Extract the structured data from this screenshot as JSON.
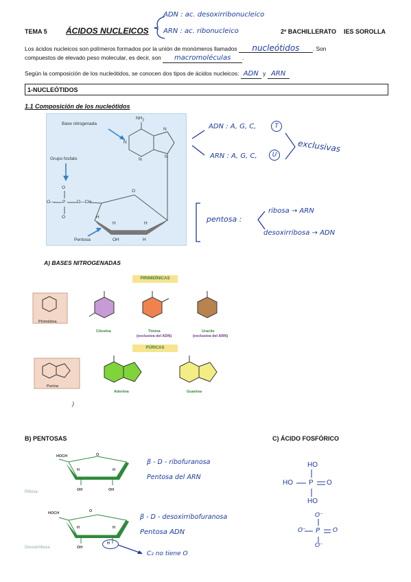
{
  "header": {
    "tema": "TEMA 5",
    "titulo": "ÁCIDOS NUCLEICOS",
    "curso": "2º BACHILLERATO",
    "centro": "IES SOROLLA",
    "nota_adn": "ADN : ac. desoxirribonucleico",
    "nota_arn": "ARN : ac. ribonucleico"
  },
  "intro": {
    "linea1_a": "Los ácidos nucleicos son polímeros formados por la unión de monómeros llamados",
    "linea1_resp": "nucleótidos",
    "linea1_b": ". Son",
    "linea2_a": "compuestos de elevado peso molecular, es decir, son",
    "linea2_resp": "macromoléculas",
    "linea2_b": ".",
    "linea3_a": "Según la composición de los nucleótidos, se conocen dos tipos de ácidos nucleicos:",
    "linea3_resp1": "ADN",
    "linea3_y": "y",
    "linea3_resp2": "ARN"
  },
  "seccion1": {
    "titulo": "1-NUCLEÓTIDOS"
  },
  "sub11": {
    "titulo": "1.1 Composición de los nucleótidos"
  },
  "figura_nucleotido": {
    "base": "Base nitrogenada",
    "grupo": "Grupo fosfato",
    "pentosa": "Pentosa",
    "nh2": "NH",
    "nh2_sub": "2",
    "n": "N",
    "o": "O",
    "oh": "OH",
    "h": "H",
    "p": "P",
    "och2": "O—CH",
    "o_minus": "O—"
  },
  "notas_composicion": {
    "adn": "ADN : A, G, C,",
    "adn_circ": "T",
    "arn": "ARN : A, G, C,",
    "arn_circ": "U",
    "exclusivas": "exclusivas",
    "pentosa": "pentosa :",
    "ribosa": "ribosa → ARN",
    "desoxi": "desoxirribosa → ADN"
  },
  "bases": {
    "titulo": "A) BASES NITROGENADAS",
    "pirimidinicas": "PIRIMIDÍNICAS",
    "puricas": "PÚRICAS",
    "pirimidina": "Pirimidina",
    "citosina": "Citosina",
    "timina": "Timina",
    "timina_nota": "(exclusiva del ADN)",
    "uracilo": "Uracilo",
    "uracilo_nota": "(exclusiva del ARN)",
    "purina": "Purina",
    "adenina": "Adenina",
    "guanina": "Guanina",
    "marca": ")"
  },
  "pentosas": {
    "titulo": "B) PENTOSAS",
    "ribosa": "Ribosa",
    "desoxirribosa": "Desoxirribosa",
    "nota_r1": "β - D - ribofuranosa",
    "nota_r2": "Pentosa del ARN",
    "nota_d1": "β - D - desoxirribofuranosa",
    "nota_d2": "Pentosa ADN",
    "nota_c2": "C₂ no tiene O",
    "hoch2": "HOCH",
    "h": "H",
    "oh": "OH",
    "o": "O"
  },
  "fosforico": {
    "titulo": "C) ÁCIDO FOSFÓRICO",
    "ho": "HO",
    "p": "P",
    "o": "O",
    "om": "O⁻"
  },
  "colors": {
    "handwriting": "#1b3a9e",
    "figure_bg": "#dcebf7",
    "citosina": "#c79bd6",
    "timina": "#f0824f",
    "uracilo": "#b8834f",
    "adenina": "#7fd43a",
    "guanina": "#f3ee84",
    "pentosa_green": "#2f8a3a"
  }
}
